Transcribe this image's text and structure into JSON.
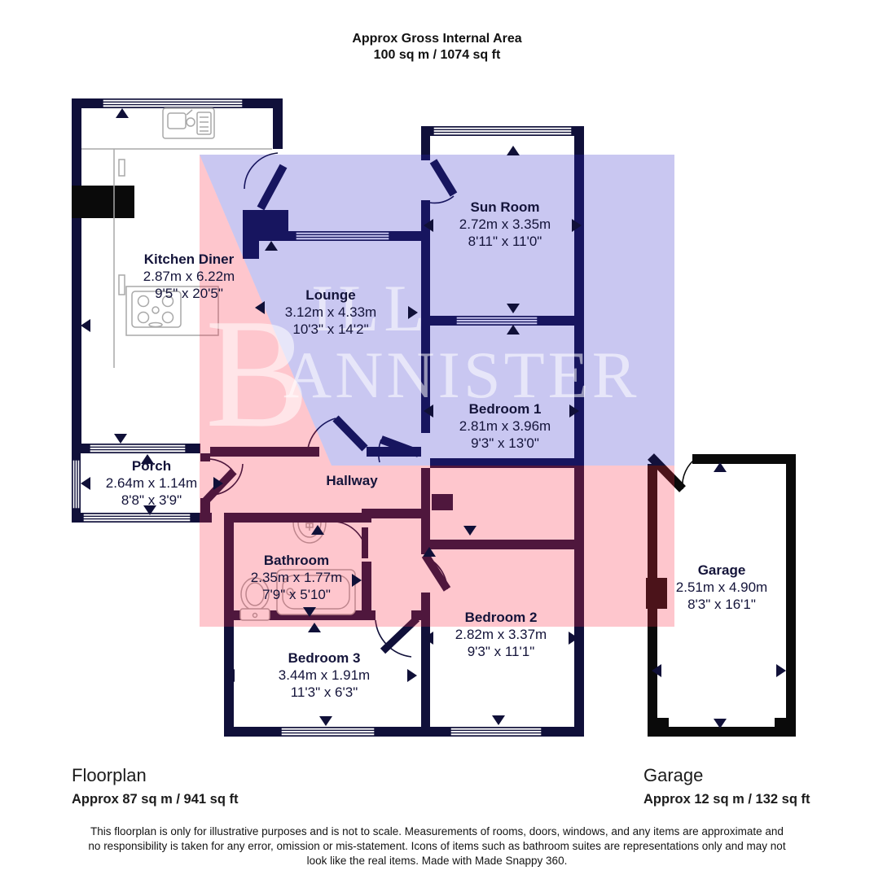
{
  "header": {
    "title": "Approx Gross Internal Area",
    "subtitle": "100 sq m / 1074 sq ft"
  },
  "watermark": {
    "drop_cap": "B",
    "line1": "ILL",
    "line2": "ANNISTER"
  },
  "rooms": [
    {
      "name": "Kitchen Diner",
      "metric": "2.87m x 6.22m",
      "imperial": "9'5\" x 20'5\""
    },
    {
      "name": "Sun Room",
      "metric": "2.72m x 3.35m",
      "imperial": "8'11\" x 11'0\""
    },
    {
      "name": "Lounge",
      "metric": "3.12m x 4.33m",
      "imperial": "10'3\" x 14'2\""
    },
    {
      "name": "Bedroom 1",
      "metric": "2.81m x 3.96m",
      "imperial": "9'3\" x 13'0\""
    },
    {
      "name": "Porch",
      "metric": "2.64m x 1.14m",
      "imperial": "8'8\" x 3'9\""
    },
    {
      "name": "Hallway",
      "metric": "",
      "imperial": ""
    },
    {
      "name": "Bathroom",
      "metric": "2.35m x 1.77m",
      "imperial": "7'9\" x 5'10\""
    },
    {
      "name": "Bedroom 2",
      "metric": "2.82m x 3.37m",
      "imperial": "9'3\" x 11'1\""
    },
    {
      "name": "Bedroom 3",
      "metric": "3.44m x 1.91m",
      "imperial": "11'3\" x 6'3\""
    },
    {
      "name": "Garage",
      "metric": "2.51m x 4.90m",
      "imperial": "8'3\" x 16'1\""
    }
  ],
  "footer": {
    "floorplan_label": "Floorplan",
    "floorplan_area": "Approx 87 sq m / 941 sq ft",
    "garage_label": "Garage",
    "garage_area": "Approx 12 sq m / 132 sq ft"
  },
  "disclaimer": "This floorplan is only for illustrative purposes and is not to scale. Measurements of rooms, doors, windows, and any items are approximate and no responsibility is taken for any error, omission or mis-statement. Icons of items such as bathroom suites are representations only and may not look like the real items. Made with Made Snappy 360.",
  "colors": {
    "wall": "#10103a",
    "garage_wall": "#0a0a0a",
    "overlay_pink": "rgba(250,45,70,0.27)",
    "overlay_blue": "rgba(45,40,200,0.26)",
    "label_text": "#14143a",
    "fixture_gray": "#a8a8a8"
  }
}
